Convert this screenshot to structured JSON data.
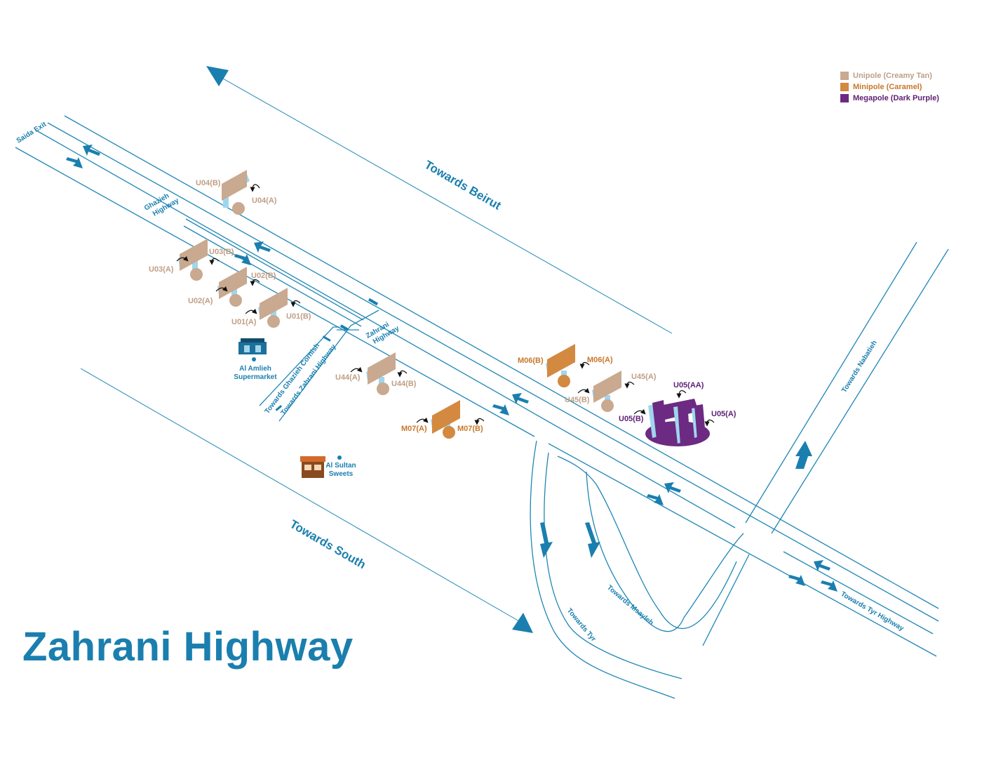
{
  "title": "Zahrani Highway",
  "legend": [
    {
      "label": "Unipole (Creamy Tan)",
      "color": "#c9a98f"
    },
    {
      "label": "Minipole (Caramel)",
      "color": "#d3893f"
    },
    {
      "label": "Megapole (Dark Purple)",
      "color": "#6d2a82"
    }
  ],
  "directions": {
    "beirut": "Towards Beirut",
    "south": "Towards South",
    "nabatieh": "Towards Nabatieh",
    "tyr_highway": "Towards Tyr Highway",
    "msayleh": "Towards Msayleh",
    "tyr": "Towards Tyr",
    "ghazieh_cornish": "Towards Ghazieh Cornish",
    "zahrani_highway": "Towards Zahrani Highway"
  },
  "roads": {
    "saida_exit": "Saida Exit",
    "ghazieh_line1": "Ghazieh",
    "ghazieh_line2": "Highway",
    "zahrani_line1": "Zahrani",
    "zahrani_line2": "Highway"
  },
  "landmarks": {
    "amlieh_line1": "Al Amlieh",
    "amlieh_line2": "Supermarket",
    "sultan_line1": "Al Sultan",
    "sultan_line2": "Sweets"
  },
  "billboards": {
    "u04b": "U04(B)",
    "u04a": "U04(A)",
    "u03a": "U03(A)",
    "u03b": "U03(B)",
    "u02a": "U02(A)",
    "u02b": "U02(B)",
    "u01a": "U01(A)",
    "u01b": "U01(B)",
    "u44a": "U44(A)",
    "u44b": "U44(B)",
    "m07a": "M07(A)",
    "m07b": "M07(B)",
    "m06b": "M06(B)",
    "m06a": "M06(A)",
    "u45a": "U45(A)",
    "u45b": "U45(B)",
    "u05aa": "U05(AA)",
    "u05a": "U05(A)",
    "u05b": "U05(B)"
  }
}
